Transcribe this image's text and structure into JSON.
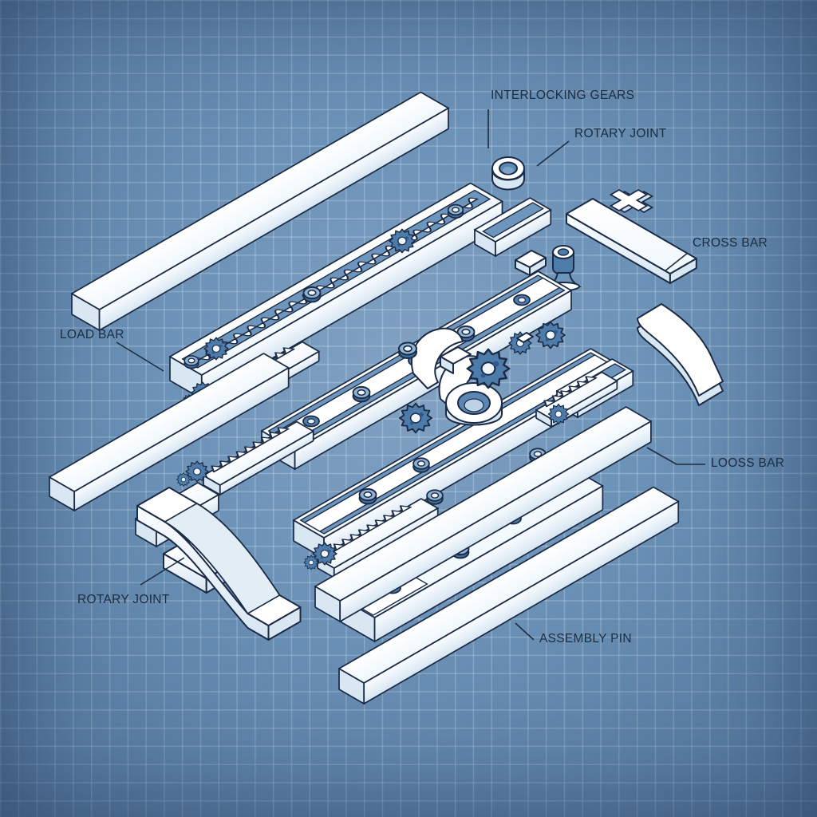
{
  "labels": {
    "interlocking_gears": {
      "text": "INTERLOCKING GEARS"
    },
    "rotary_joint_top": {
      "text": "ROTARY JOINT"
    },
    "cross_bar": {
      "text": "CROSS BAR"
    },
    "load_bar": {
      "text": "LOAD BAR"
    },
    "looss_bar": {
      "text": "LOOSS BAR"
    },
    "rotary_joint_bottom": {
      "text": "ROTARY JOINT"
    },
    "assembly_pin": {
      "text": "ASSEMBLY PIN"
    }
  },
  "colors": {
    "background": "#6a90b6",
    "grid_line": "#d4e6f4",
    "outline": "#1b2b45",
    "part_white": "#ffffff",
    "part_shade": "#d9e7f3",
    "channel_blue": "#6e96bd",
    "gear_blue": "#4d7cab",
    "gear_spot": "#2d5a8a",
    "label_text": "#1d2c3e"
  }
}
